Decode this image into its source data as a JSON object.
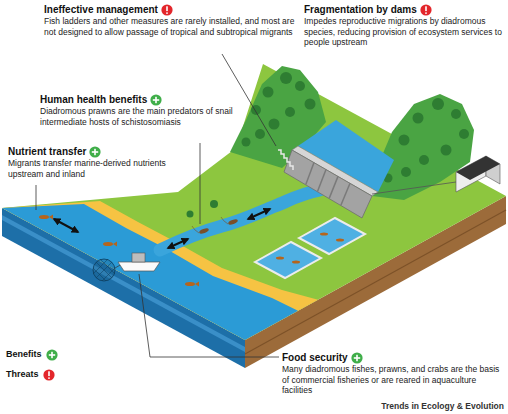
{
  "diagram": {
    "nodes": [
      {
        "text": [
          "Ineffective management",
          "Fish ladders and other measures are rarely installed, and most are not designed to allow passage of tropical and subtropical migrants"
        ]
      },
      {
        "text": [
          "Fragmentation by dams",
          "Impedes reproductive migrations by diadromous species, reducing provision of ecosystem services to people upstream"
        ]
      },
      {
        "text": [
          "Human health benefits",
          "Diadromous prawns are the main predators of snail intermediate hosts of schistosomiasis"
        ]
      },
      {
        "text": [
          "Nutrient transfer",
          "Migrants transfer marine-derived nutrients upstream and inland"
        ]
      },
      {
        "text": [
          "Food security",
          "Many diadromous fishes, prawns, and crabs are the basis of commercial fisheries or are reared in aquaculture facilities"
        ]
      }
    ],
    "labels": [
      "Trends in Ecology & Evolution"
    ],
    "legend": [
      {
        "text": "Benefits"
      },
      {
        "text": "Threats"
      }
    ]
  }
}
